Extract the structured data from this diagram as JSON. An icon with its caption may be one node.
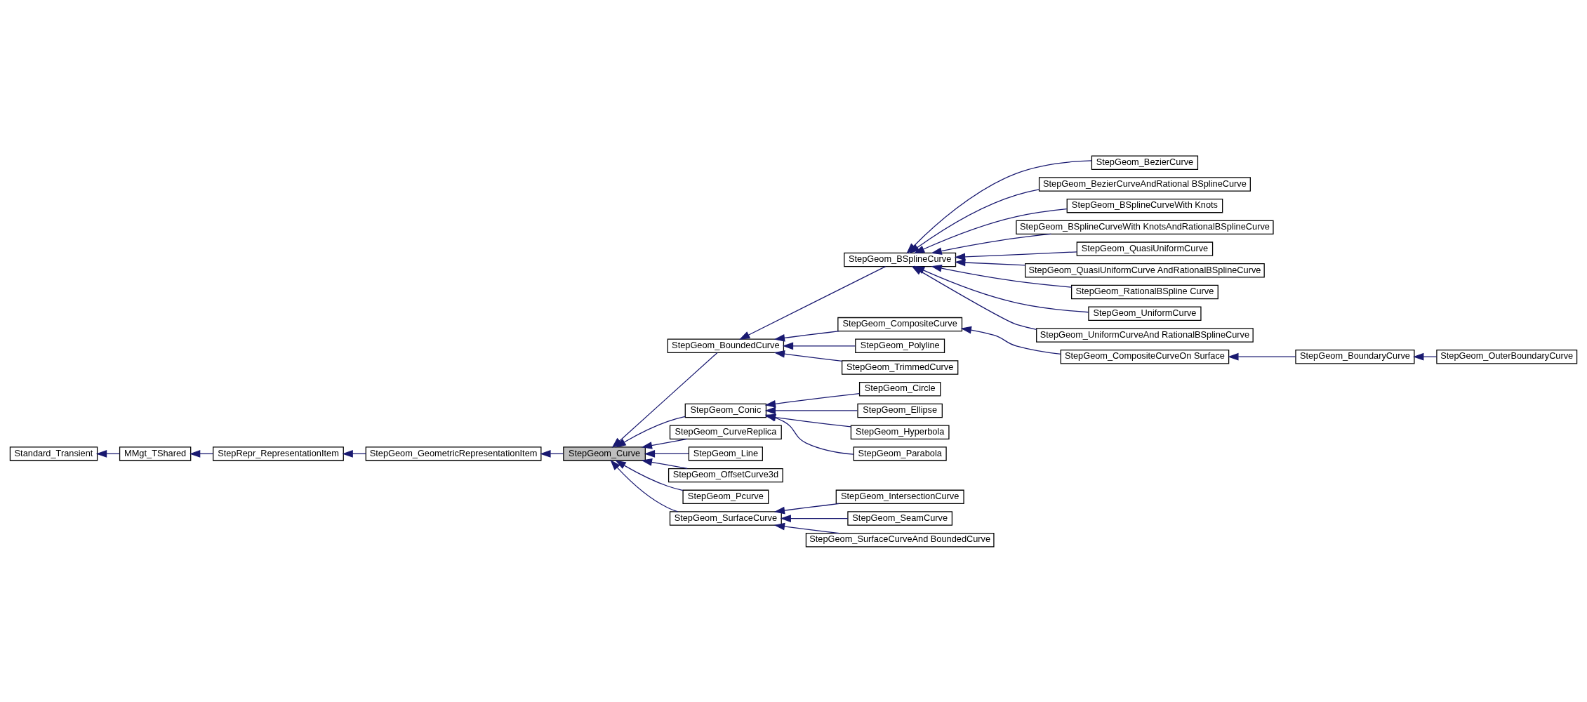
{
  "diagram": {
    "nodes": [
      {
        "text": [
          "Standard_Transient"
        ]
      },
      {
        "text": [
          "MMgt_TShared"
        ]
      },
      {
        "text": [
          "StepRepr_RepresentationItem"
        ]
      },
      {
        "text": [
          "StepGeom_GeometricRepresentationItem"
        ]
      },
      {
        "text": [
          "StepGeom_Curve"
        ]
      },
      {
        "text": [
          "StepGeom_BoundedCurve"
        ]
      },
      {
        "text": [
          "StepGeom_Conic"
        ]
      },
      {
        "text": [
          "StepGeom_CurveReplica"
        ]
      },
      {
        "text": [
          "StepGeom_Line"
        ]
      },
      {
        "text": [
          "StepGeom_OffsetCurve3d"
        ]
      },
      {
        "text": [
          "StepGeom_Pcurve"
        ]
      },
      {
        "text": [
          "StepGeom_SurfaceCurve"
        ]
      },
      {
        "text": [
          "StepGeom_BSplineCurve"
        ]
      },
      {
        "text": [
          "StepGeom_CompositeCurve"
        ]
      },
      {
        "text": [
          "StepGeom_Polyline"
        ]
      },
      {
        "text": [
          "StepGeom_TrimmedCurve"
        ]
      },
      {
        "text": [
          "StepGeom_Circle"
        ]
      },
      {
        "text": [
          "StepGeom_Ellipse"
        ]
      },
      {
        "text": [
          "StepGeom_Hyperbola"
        ]
      },
      {
        "text": [
          "StepGeom_Parabola"
        ]
      },
      {
        "text": [
          "StepGeom_IntersectionCurve"
        ]
      },
      {
        "text": [
          "StepGeom_SeamCurve"
        ]
      },
      {
        "text": [
          "StepGeom_SurfaceCurveAnd BoundedCurve"
        ]
      },
      {
        "text": [
          "StepGeom_BezierCurve"
        ]
      },
      {
        "text": [
          "StepGeom_BezierCurveAndRational BSplineCurve"
        ]
      },
      {
        "text": [
          "StepGeom_BSplineCurveWith Knots"
        ]
      },
      {
        "text": [
          "StepGeom_BSplineCurveWith KnotsAndRationalBSplineCurve"
        ]
      },
      {
        "text": [
          "StepGeom_QuasiUniformCurve"
        ]
      },
      {
        "text": [
          "StepGeom_QuasiUniformCurve AndRationalBSplineCurve"
        ]
      },
      {
        "text": [
          "StepGeom_RationalBSpline Curve"
        ]
      },
      {
        "text": [
          "StepGeom_UniformCurve"
        ]
      },
      {
        "text": [
          "StepGeom_UniformCurveAnd RationalBSplineCurve"
        ]
      },
      {
        "text": [
          "StepGeom_CompositeCurveOn Surface"
        ]
      },
      {
        "text": [
          "StepGeom_BoundaryCurve"
        ]
      },
      {
        "text": [
          "StepGeom_OuterBoundaryCurve"
        ]
      }
    ],
    "edges": [
      {
        "from": 1,
        "to": 0,
        "arrow": "to"
      },
      {
        "from": 2,
        "to": 1,
        "arrow": "to"
      },
      {
        "from": 3,
        "to": 2,
        "arrow": "to"
      },
      {
        "from": 4,
        "to": 3,
        "arrow": "to"
      },
      {
        "from": 5,
        "to": 4,
        "arrow": "to"
      },
      {
        "from": 6,
        "to": 4,
        "arrow": "to"
      },
      {
        "from": 7,
        "to": 4,
        "arrow": "to"
      },
      {
        "from": 8,
        "to": 4,
        "arrow": "to"
      },
      {
        "from": 9,
        "to": 4,
        "arrow": "to"
      },
      {
        "from": 10,
        "to": 4,
        "arrow": "to"
      },
      {
        "from": 11,
        "to": 4,
        "arrow": "to"
      },
      {
        "from": 12,
        "to": 5,
        "arrow": "to"
      },
      {
        "from": 13,
        "to": 5,
        "arrow": "to"
      },
      {
        "from": 14,
        "to": 5,
        "arrow": "to"
      },
      {
        "from": 15,
        "to": 5,
        "arrow": "to"
      },
      {
        "from": 16,
        "to": 6,
        "arrow": "to"
      },
      {
        "from": 17,
        "to": 6,
        "arrow": "to"
      },
      {
        "from": 18,
        "to": 6,
        "arrow": "to"
      },
      {
        "from": 19,
        "to": 6,
        "arrow": "to"
      },
      {
        "from": 20,
        "to": 11,
        "arrow": "to"
      },
      {
        "from": 21,
        "to": 11,
        "arrow": "to"
      },
      {
        "from": 22,
        "to": 11,
        "arrow": "to"
      },
      {
        "from": 23,
        "to": 12,
        "arrow": "to"
      },
      {
        "from": 24,
        "to": 12,
        "arrow": "to"
      },
      {
        "from": 25,
        "to": 12,
        "arrow": "to"
      },
      {
        "from": 26,
        "to": 12,
        "arrow": "to"
      },
      {
        "from": 27,
        "to": 12,
        "arrow": "to"
      },
      {
        "from": 28,
        "to": 12,
        "arrow": "to"
      },
      {
        "from": 29,
        "to": 12,
        "arrow": "to"
      },
      {
        "from": 30,
        "to": 12,
        "arrow": "to"
      },
      {
        "from": 31,
        "to": 12,
        "arrow": "to"
      },
      {
        "from": 32,
        "to": 13,
        "arrow": "to"
      },
      {
        "from": 33,
        "to": 32,
        "arrow": "to"
      },
      {
        "from": 34,
        "to": 33,
        "arrow": "to"
      }
    ]
  }
}
